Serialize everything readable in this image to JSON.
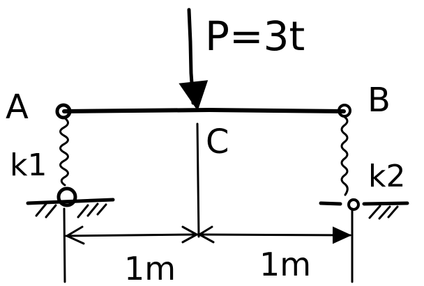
{
  "load": {
    "label": "P=3t"
  },
  "points": {
    "a": "A",
    "b": "B",
    "c": "C"
  },
  "springs": {
    "left": "k1",
    "right": "k2"
  },
  "dimensions": {
    "left_span": "1m",
    "right_span": "1m"
  },
  "style": {
    "ink_color": "#000000",
    "background_color": "#ffffff"
  }
}
